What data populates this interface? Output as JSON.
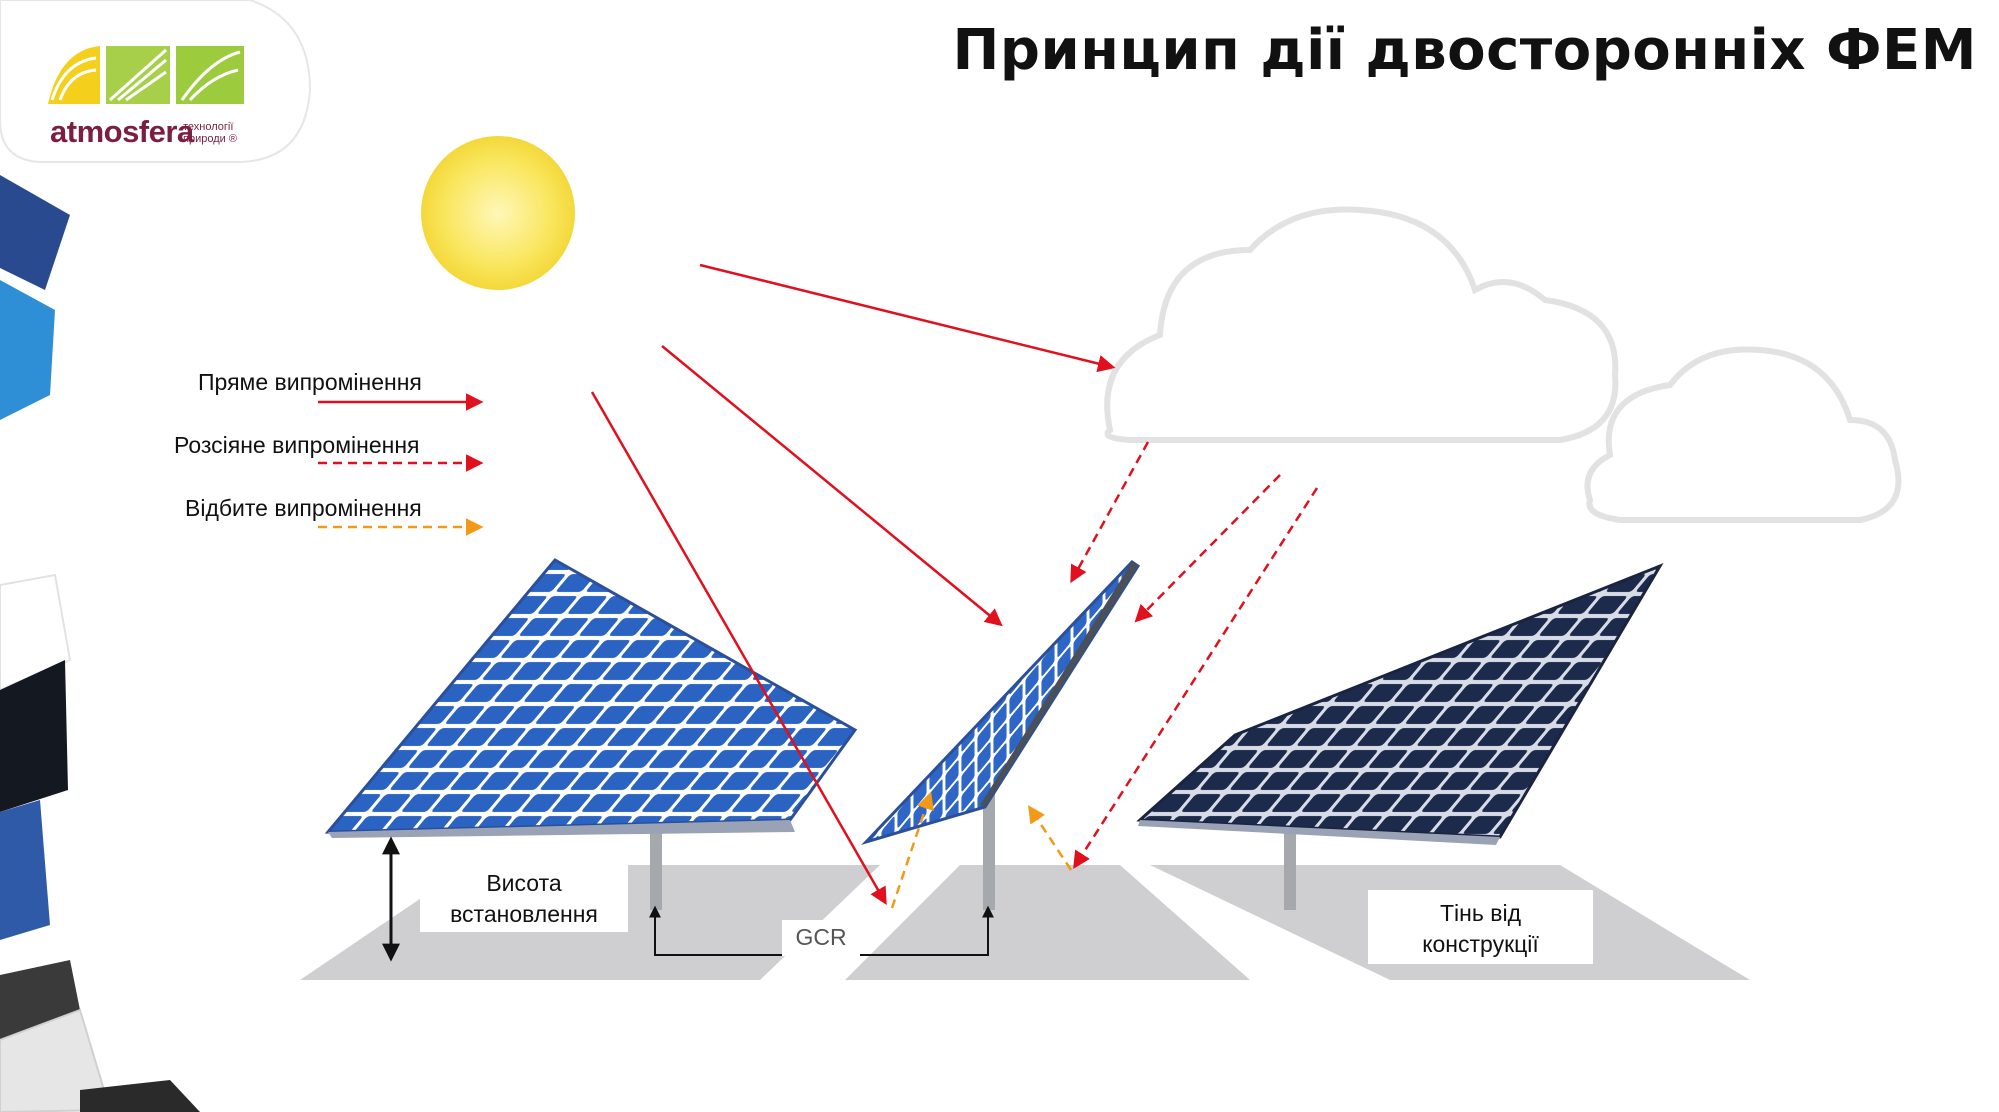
{
  "title": "Принцип дії двосторонніх ФЕМ",
  "brand": {
    "name": "atmosfera",
    "tagline_line1": "технології",
    "tagline_line2": "природи ®"
  },
  "legend": [
    {
      "label": "Пряме випромінення",
      "style": "solid",
      "color": "#e0101e"
    },
    {
      "label": "Розсіяне випромінення",
      "style": "dashed",
      "color": "#e0101e"
    },
    {
      "label": "Відбите випромінення",
      "style": "dashed",
      "color": "#f29a17"
    }
  ],
  "labels": {
    "height_line1": "Висота",
    "height_line2": "встановлення",
    "gcr": "GCR",
    "shadow_line1": "Тінь від",
    "shadow_line2": "конструкції"
  },
  "colors": {
    "direct": "#e0101e",
    "diffuse": "#e0101e",
    "reflected": "#f29a17",
    "sun": "#f7e25a",
    "cloud_outline": "#e2e2e2",
    "ground_shadow": "#cfcfd2",
    "panel_blue": "#1f4fa8",
    "panel_dark": "#1a2440"
  },
  "icons": [
    "sun-icon",
    "cloud-icon",
    "solar-panel-icon",
    "logo-icon"
  ]
}
